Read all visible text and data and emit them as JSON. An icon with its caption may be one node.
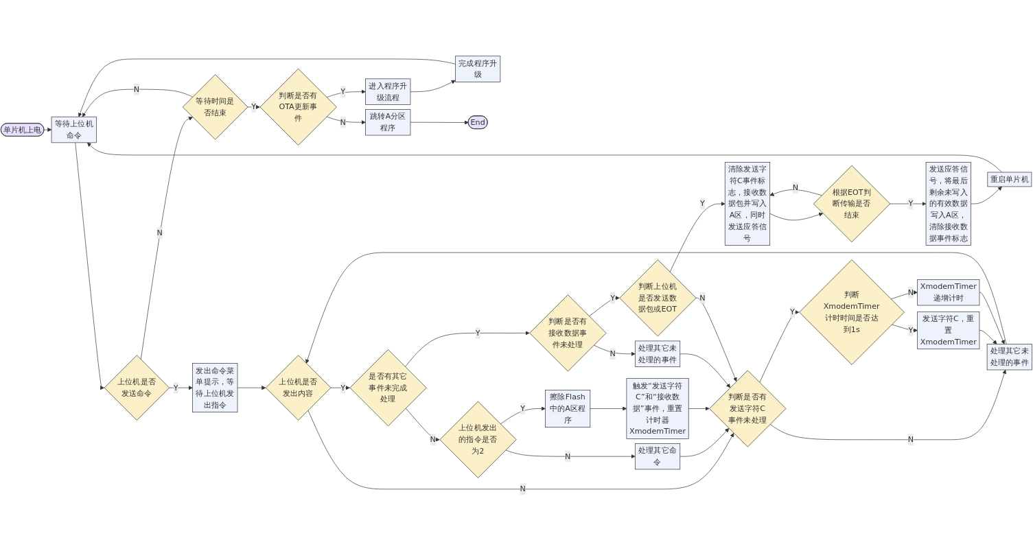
{
  "diagram": {
    "nodes": [
      {
        "text": [
          "单片机上电"
        ]
      },
      {
        "text": [
          "等待上位机命令"
        ]
      },
      {
        "text": [
          "上位机是否发送命令"
        ]
      },
      {
        "text": [
          "等待时间是否结束"
        ]
      },
      {
        "text": [
          "判断是否有OTA更新事件"
        ]
      },
      {
        "text": [
          "进入程序升级流程"
        ]
      },
      {
        "text": [
          "完成程序升级"
        ]
      },
      {
        "text": [
          "跳转A分区程序"
        ]
      },
      {
        "text": [
          "End"
        ]
      },
      {
        "text": [
          "重启单片机"
        ]
      },
      {
        "text": [
          "发出命令菜单提示，等待上位机发出指令"
        ]
      },
      {
        "text": [
          "上位机是否发出内容"
        ]
      },
      {
        "text": [
          "是否有其它事件未完成处理"
        ]
      },
      {
        "text": [
          "上位机发出的指令是否为2"
        ]
      },
      {
        "text": [
          "处理其它命令"
        ]
      },
      {
        "text": [
          "擦除Flash中的A区程序"
        ]
      },
      {
        "text": [
          "触发“发送字符C”和“接收数据”事件，重置计时器XmodemTimer"
        ]
      },
      {
        "text": [
          "判断是否有接收数据事件未处理"
        ]
      },
      {
        "text": [
          "处理其它未处理的事件"
        ]
      },
      {
        "text": [
          "判断上位机是否发送数据包或EOT"
        ]
      },
      {
        "text": [
          "清除发送字符C事件标志，接收数据包并写入A区，同时发送应答信号"
        ]
      },
      {
        "text": [
          "根据EOT判断传输是否结束"
        ]
      },
      {
        "text": [
          "发送应答信号，将最后剩余未写入的有效数据写入A区，清除接收数据事件标志"
        ]
      },
      {
        "text": [
          "判断是否有发送字符C事件未处理"
        ]
      },
      {
        "text": [
          "处理其它未处理的事件"
        ]
      },
      {
        "text": [
          "判断XmodemTimer计时时间是否达到1s"
        ]
      },
      {
        "text": [
          "发送字符C，重置XmodemTimer"
        ]
      },
      {
        "text": [
          "XmodemTimer递增计时"
        ]
      }
    ],
    "edges": [
      {
        "from": 0,
        "to": 1,
        "arrow": "to"
      },
      {
        "from": 1,
        "to": 2,
        "arrow": "to"
      },
      {
        "from": 2,
        "to": 10,
        "arrow": "to",
        "label": "Y"
      },
      {
        "from": 2,
        "to": 3,
        "arrow": "to",
        "label": "N"
      },
      {
        "from": 3,
        "to": 1,
        "arrow": "to",
        "label": "N"
      },
      {
        "from": 3,
        "to": 4,
        "arrow": "to",
        "label": "Y"
      },
      {
        "from": 4,
        "to": 5,
        "arrow": "to",
        "label": "Y"
      },
      {
        "from": 4,
        "to": 7,
        "arrow": "to",
        "label": "N"
      },
      {
        "from": 5,
        "to": 6,
        "arrow": "to"
      },
      {
        "from": 6,
        "to": 1,
        "arrow": "to"
      },
      {
        "from": 7,
        "to": 8,
        "arrow": "to"
      },
      {
        "from": 9,
        "to": 1,
        "arrow": "to"
      },
      {
        "from": 10,
        "to": 11,
        "arrow": "to"
      },
      {
        "from": 11,
        "to": 12,
        "arrow": "to",
        "label": "Y"
      },
      {
        "from": 11,
        "to": 23,
        "arrow": "to",
        "label": "N"
      },
      {
        "from": 12,
        "to": 17,
        "arrow": "to",
        "label": "Y"
      },
      {
        "from": 12,
        "to": 13,
        "arrow": "to",
        "label": "N"
      },
      {
        "from": 13,
        "to": 14,
        "arrow": "to",
        "label": "N"
      },
      {
        "from": 13,
        "to": 15,
        "arrow": "to",
        "label": "Y"
      },
      {
        "from": 14,
        "to": 23,
        "arrow": "to"
      },
      {
        "from": 15,
        "to": 16,
        "arrow": "to"
      },
      {
        "from": 16,
        "to": 23,
        "arrow": "to"
      },
      {
        "from": 17,
        "to": 18,
        "arrow": "to",
        "label": "N"
      },
      {
        "from": 17,
        "to": 19,
        "arrow": "to",
        "label": "Y"
      },
      {
        "from": 18,
        "to": 23,
        "arrow": "to"
      },
      {
        "from": 19,
        "to": 23,
        "arrow": "to",
        "label": "N"
      },
      {
        "from": 19,
        "to": 20,
        "arrow": "to",
        "label": "Y"
      },
      {
        "from": 20,
        "to": 21,
        "arrow": "to"
      },
      {
        "from": 21,
        "to": 20,
        "arrow": "to",
        "label": "N"
      },
      {
        "from": 21,
        "to": 22,
        "arrow": "to",
        "label": "Y"
      },
      {
        "from": 22,
        "to": 9,
        "arrow": "to"
      },
      {
        "from": 23,
        "to": 24,
        "arrow": "to",
        "label": "N"
      },
      {
        "from": 23,
        "to": 25,
        "arrow": "to",
        "label": "Y"
      },
      {
        "from": 24,
        "to": 11,
        "arrow": "to"
      },
      {
        "from": 25,
        "to": 26,
        "arrow": "to",
        "label": "Y"
      },
      {
        "from": 25,
        "to": 27,
        "arrow": "to",
        "label": "N"
      },
      {
        "from": 26,
        "to": 24,
        "arrow": "to"
      },
      {
        "from": 27,
        "to": 24,
        "arrow": "to"
      }
    ]
  }
}
